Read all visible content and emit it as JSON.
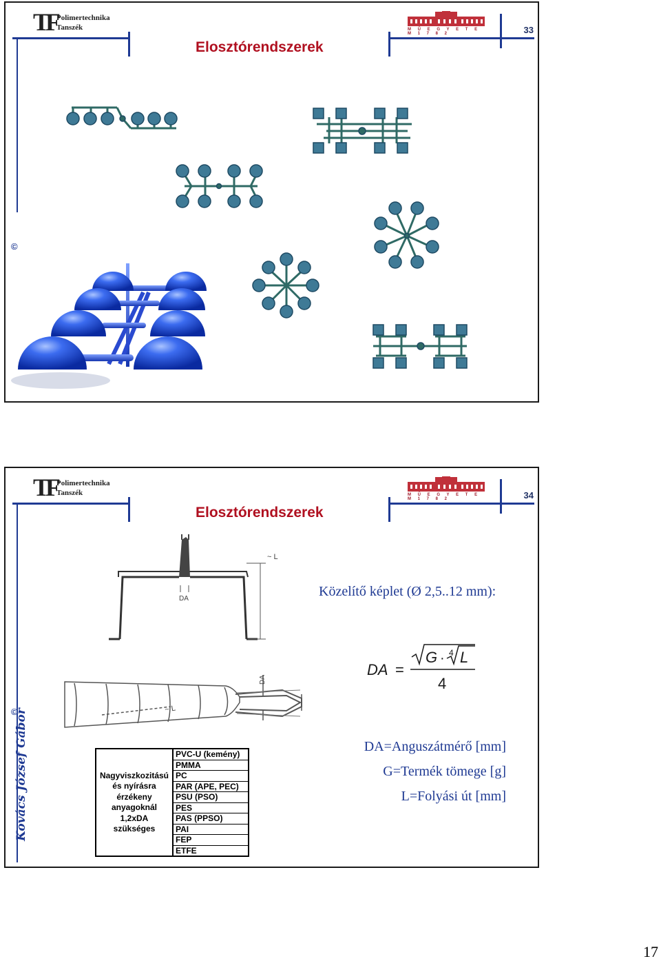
{
  "slides": [
    {
      "logo": {
        "letters": "TF",
        "line1": "Polimertechnika",
        "line2": "Tanszék"
      },
      "university": {
        "text": "M Ű E G Y E T E M   1 7 8 2"
      },
      "title": "Elosztórendszerek",
      "page": "33",
      "copyright": "©"
    },
    {
      "logo": {
        "letters": "TF",
        "line1": "Polimertechnika",
        "line2": "Tanszék"
      },
      "university": {
        "text": "M Ű E G Y E T E M   1 7 8 2"
      },
      "title": "Elosztórendszerek",
      "page": "34",
      "copyright": "©",
      "author": "Kovács József Gábor",
      "formula_label": "Közelítő képlet (Ø 2,5..12 mm):",
      "formula": {
        "lhs": "DA",
        "eq": "=",
        "num_g": "G",
        "dot": "·",
        "root_index": "4",
        "num_l": "L",
        "den": "4"
      },
      "drawing_labels": {
        "l_top": "~ L",
        "da_top": "DA",
        "l_bottom": "~ L",
        "da_bottom": "DA"
      },
      "definitions": [
        "DA=Anguszátmérő [mm]",
        "G=Termék tömege [g]",
        "L=Folyási út [mm]"
      ],
      "materials_note": [
        "Nagyviszkozitású",
        "és nyírásra",
        "érzékeny",
        "anyagoknál",
        "1,2xDA",
        "szükséges"
      ],
      "materials": [
        "PVC-U (kemény)",
        "PMMA",
        "PC",
        "PAR (APE, PEC)",
        "PSU (PSO)",
        "PES",
        "PAS (PPSO)",
        "PAI",
        "FEP",
        "ETFE"
      ]
    }
  ],
  "page_number": "17",
  "colors": {
    "title": "#b01020",
    "accent": "#1f3a93",
    "node": "#2f6b8f",
    "node_stroke": "#1e4a63",
    "runner": "#2f6a65",
    "sphere": "#2255dd"
  }
}
